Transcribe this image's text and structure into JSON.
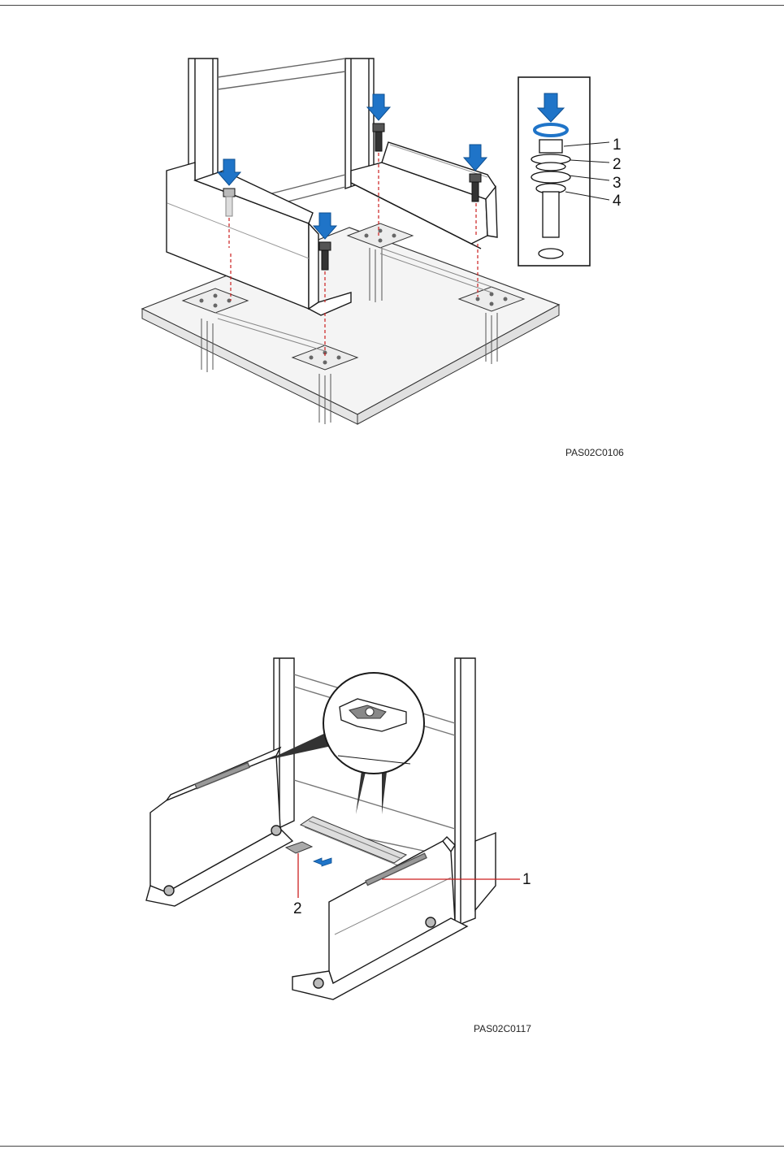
{
  "figure_1": {
    "figure_id": "PAS02C0106",
    "callouts": [
      "1",
      "2",
      "3",
      "4"
    ],
    "icons": [
      "down-arrow-icon",
      "rotate-arrow-icon",
      "bolt-icon"
    ]
  },
  "figure_2": {
    "figure_id": "PAS02C0117",
    "callouts": [
      "1",
      "2"
    ],
    "icons": [
      "push-arrow-icon",
      "magnifier-icon"
    ]
  },
  "colors": {
    "line": "#1a1a1a",
    "arrow_blue": "#1f74c8",
    "leader_red": "#cc1f1f",
    "panel_grey": "#d6d6d6"
  }
}
